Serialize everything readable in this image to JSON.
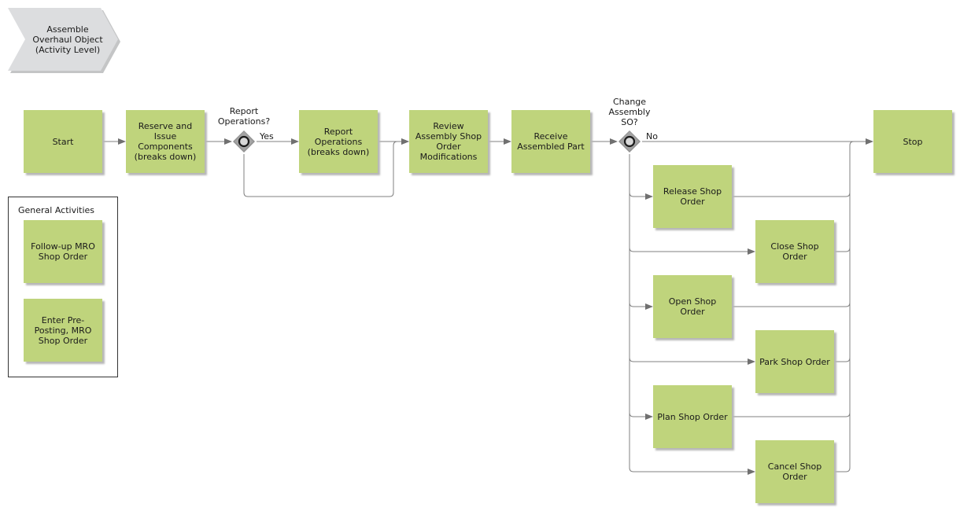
{
  "header": {
    "process_title": "Assemble\nOverhaul Object\n(Activity Level)"
  },
  "activities": {
    "start": "Start",
    "reserve_issue": "Reserve and\nIssue\nComponents\n(breaks down)",
    "report_operations": "Report\nOperations\n(breaks down)",
    "review_mods": "Review\nAssembly Shop\nOrder\nModifications",
    "receive_part": "Receive\nAssembled Part",
    "stop": "Stop",
    "release_so": "Release Shop\nOrder",
    "close_so": "Close Shop\nOrder",
    "open_so": "Open Shop\nOrder",
    "park_so": "Park Shop Order",
    "plan_so": "Plan Shop Order",
    "cancel_so": "Cancel Shop\nOrder"
  },
  "gateways": {
    "report_question": "Report\nOperations?",
    "report_yes": "Yes",
    "change_question": "Change\nAssembly\nSO?",
    "change_no": "No"
  },
  "legend": {
    "title": "General Activities",
    "items": [
      "Follow-up MRO\nShop Order",
      "Enter Pre-\nPosting, MRO\nShop Order"
    ]
  },
  "colors": {
    "activity_fill": "#bfd47c",
    "line": "#808080",
    "gateway": "#a0a0a0",
    "chevron": "#d9dadb"
  }
}
